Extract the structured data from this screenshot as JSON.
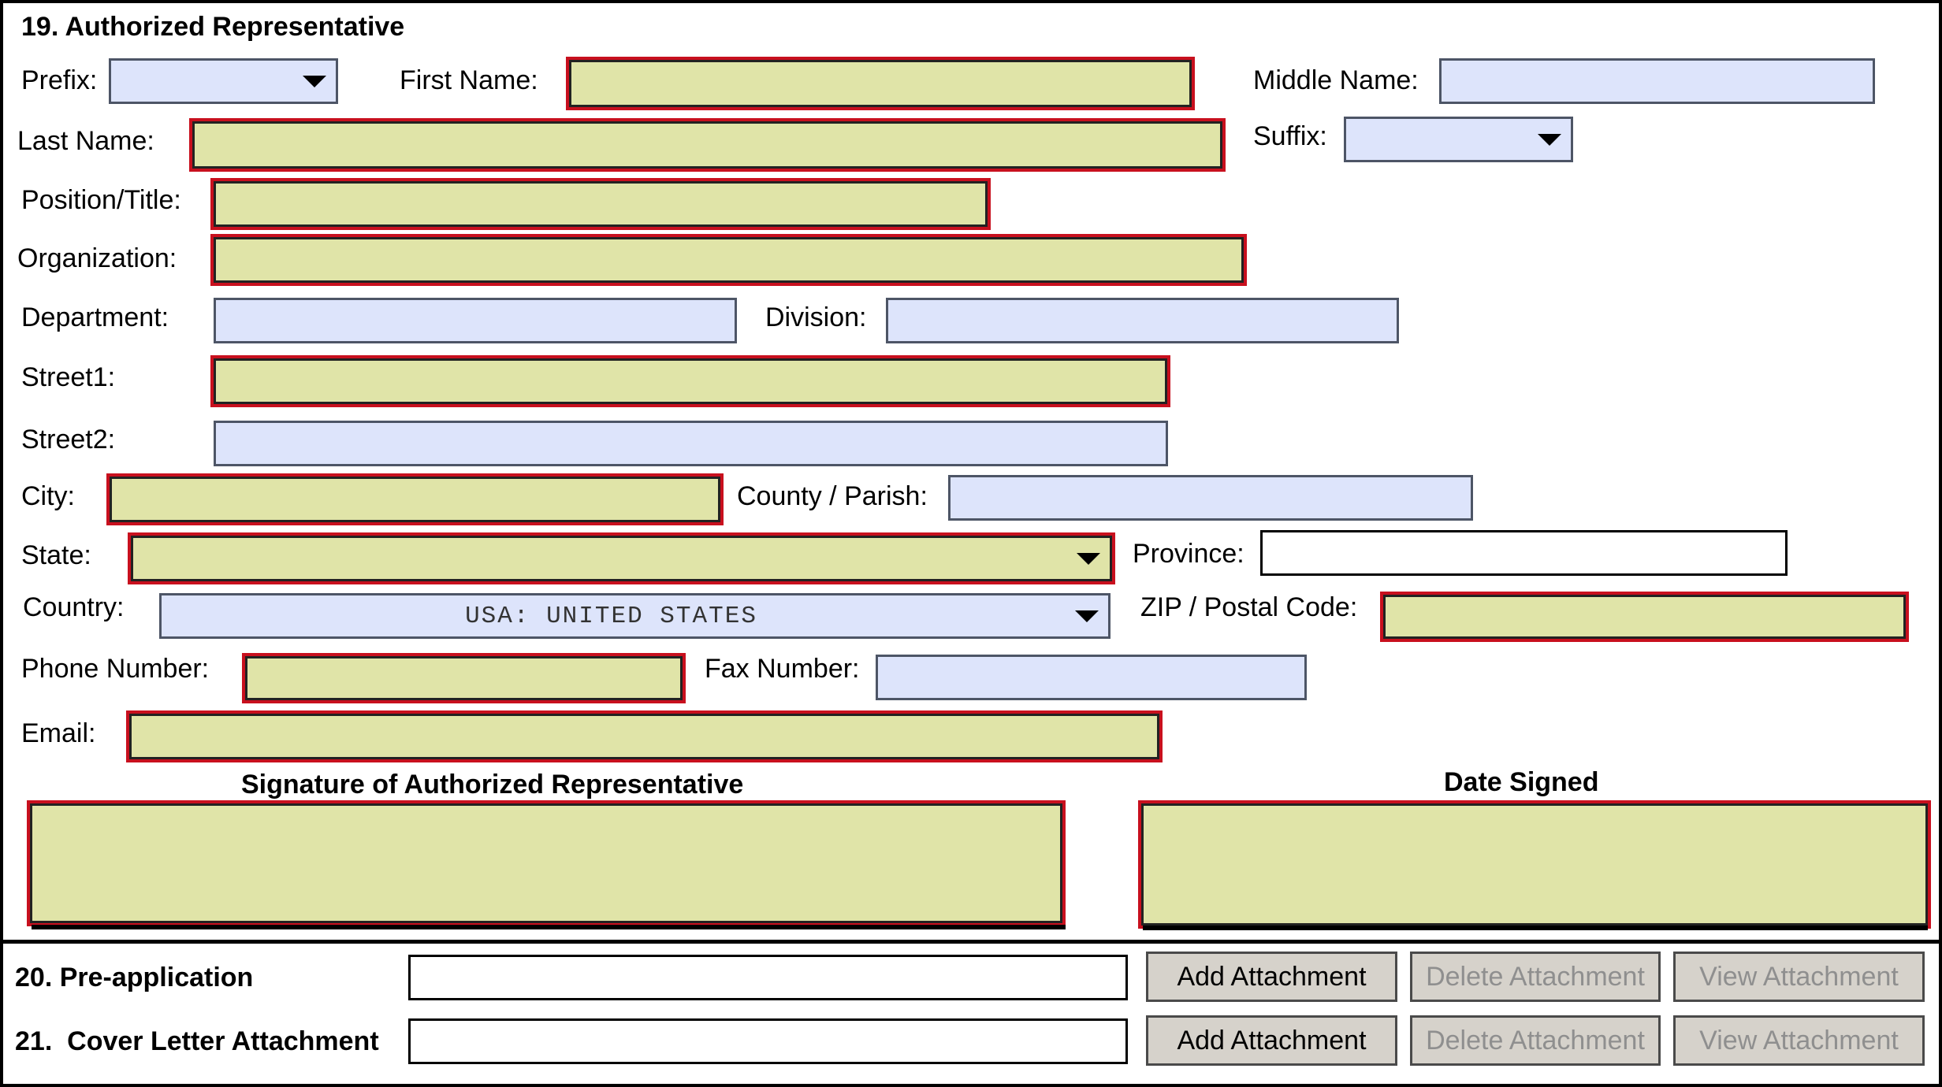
{
  "section19": {
    "title": "19. Authorized Representative",
    "labels": {
      "prefix": "Prefix:",
      "first_name": "First Name:",
      "middle_name": "Middle Name:",
      "last_name": "Last Name:",
      "suffix": "Suffix:",
      "position_title": "Position/Title:",
      "organization": "Organization:",
      "department": "Department:",
      "division": "Division:",
      "street1": "Street1:",
      "street2": "Street2:",
      "city": "City:",
      "county_parish": "County / Parish:",
      "state": "State:",
      "province": "Province:",
      "country": "Country:",
      "zip_postal": "ZIP / Postal Code:",
      "phone": "Phone Number:",
      "fax": "Fax Number:",
      "email": "Email:"
    },
    "values": {
      "prefix": "",
      "first_name": "",
      "middle_name": "",
      "last_name": "",
      "suffix": "",
      "position_title": "",
      "organization": "",
      "department": "",
      "division": "",
      "street1": "",
      "street2": "",
      "city": "",
      "county_parish": "",
      "state": "",
      "province": "",
      "country": "USA: UNITED STATES",
      "zip_postal": "",
      "phone": "",
      "fax": "",
      "email": ""
    },
    "signature_heading": "Signature of Authorized Representative",
    "date_signed_heading": "Date Signed"
  },
  "attachments": [
    {
      "title": "20. Pre-application",
      "file": "",
      "add_label": "Add Attachment",
      "delete_label": "Delete Attachment",
      "view_label": "View Attachment"
    },
    {
      "title": "21.  Cover Letter Attachment",
      "file": "",
      "add_label": "Add Attachment",
      "delete_label": "Delete Attachment",
      "view_label": "View Attachment"
    }
  ],
  "colors": {
    "required_fill": "#e0e4a8",
    "required_border": "#c8101e",
    "optional_fill": "#dde4fb",
    "button_fill": "#d6d2cb",
    "disabled_text": "#8f8f8f"
  },
  "icons": {
    "dropdown": "chevron-down-icon"
  }
}
